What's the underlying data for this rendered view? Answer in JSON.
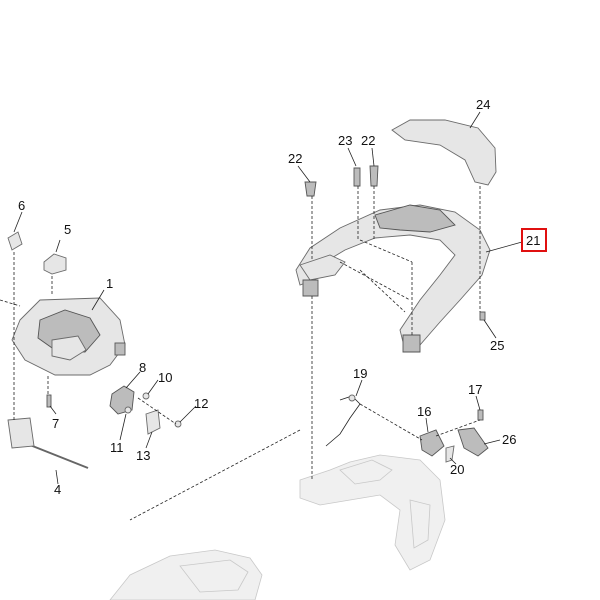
{
  "diagram": {
    "highlight_color": "#e01010",
    "callouts": {
      "c1": "1",
      "c4": "4",
      "c5": "5",
      "c6": "6",
      "c7": "7",
      "c8": "8",
      "c10": "10",
      "c11": "11",
      "c12": "12",
      "c13": "13",
      "c16": "16",
      "c17": "17",
      "c19": "19",
      "c20": "20",
      "c21": "21",
      "c22a": "22",
      "c22b": "22",
      "c23": "23",
      "c24": "24",
      "c25": "25",
      "c26": "26"
    },
    "highlighted_callout": "21"
  }
}
